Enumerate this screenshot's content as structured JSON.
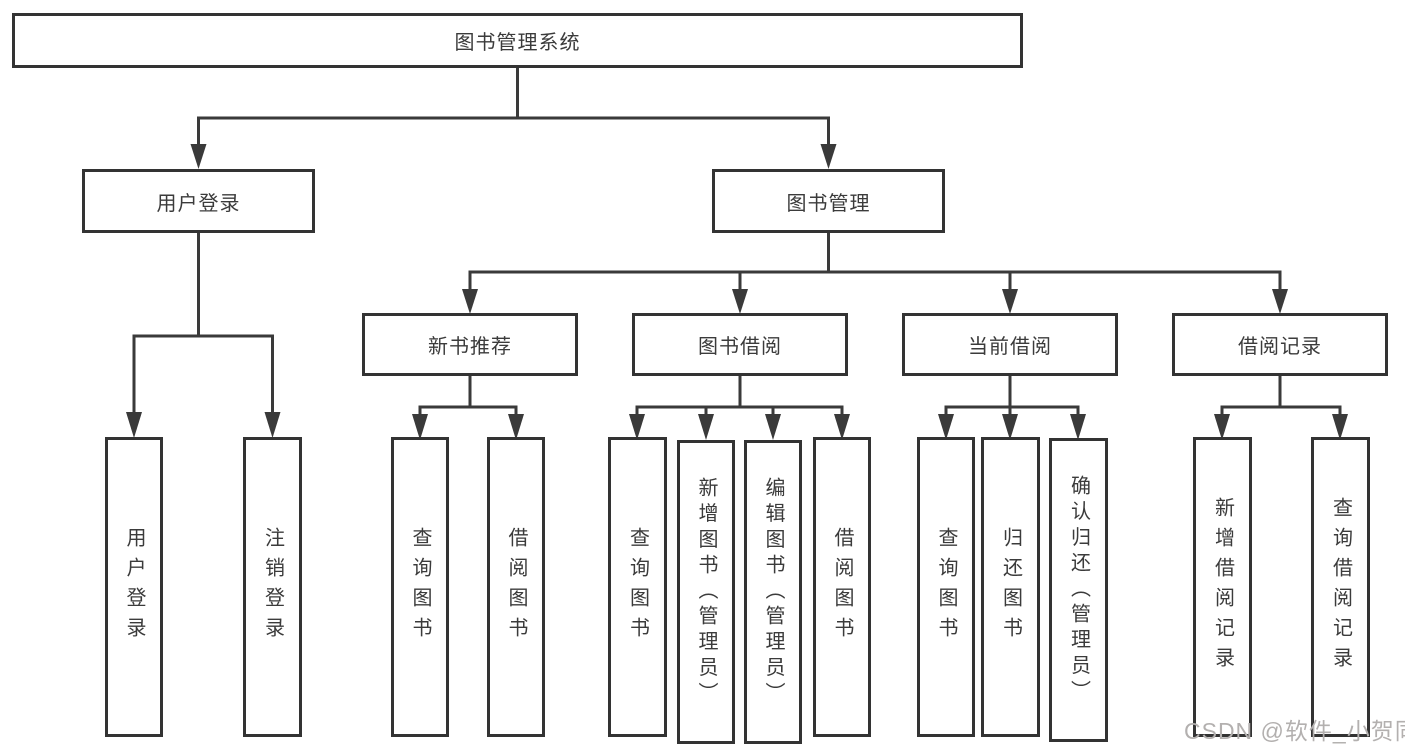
{
  "diagram": {
    "root": {
      "label": "图书管理系统"
    },
    "level2": [
      {
        "label": "用户登录"
      },
      {
        "label": "图书管理"
      }
    ],
    "level3": [
      {
        "label": "新书推荐",
        "parent": "图书管理"
      },
      {
        "label": "图书借阅",
        "parent": "图书管理"
      },
      {
        "label": "当前借阅",
        "parent": "图书管理"
      },
      {
        "label": "借阅记录",
        "parent": "图书管理"
      }
    ],
    "level4": [
      {
        "label": "用户登录",
        "parent": "用户登录"
      },
      {
        "label": "注销登录",
        "parent": "用户登录"
      },
      {
        "label": "查询图书",
        "parent": "新书推荐"
      },
      {
        "label": "借阅图书",
        "parent": "新书推荐"
      },
      {
        "label": "查询图书",
        "parent": "图书借阅"
      },
      {
        "label": "新增图书（管理员）",
        "parent": "图书借阅"
      },
      {
        "label": "编辑图书（管理员）",
        "parent": "图书借阅"
      },
      {
        "label": "借阅图书",
        "parent": "图书借阅"
      },
      {
        "label": "查询图书",
        "parent": "当前借阅"
      },
      {
        "label": "归还图书",
        "parent": "当前借阅"
      },
      {
        "label": "确认归还（管理员）",
        "parent": "当前借阅"
      },
      {
        "label": "新增借阅记录",
        "parent": "借阅记录"
      },
      {
        "label": "查询借阅记录",
        "parent": "借阅记录"
      }
    ],
    "watermark": "CSDN @软件_小贺同学",
    "colors": {
      "line": "#3a3a3a",
      "box_border": "#333333",
      "box_fill": "#ffffff",
      "text": "#3b3b3b",
      "watermark": "#b3b0af"
    }
  }
}
